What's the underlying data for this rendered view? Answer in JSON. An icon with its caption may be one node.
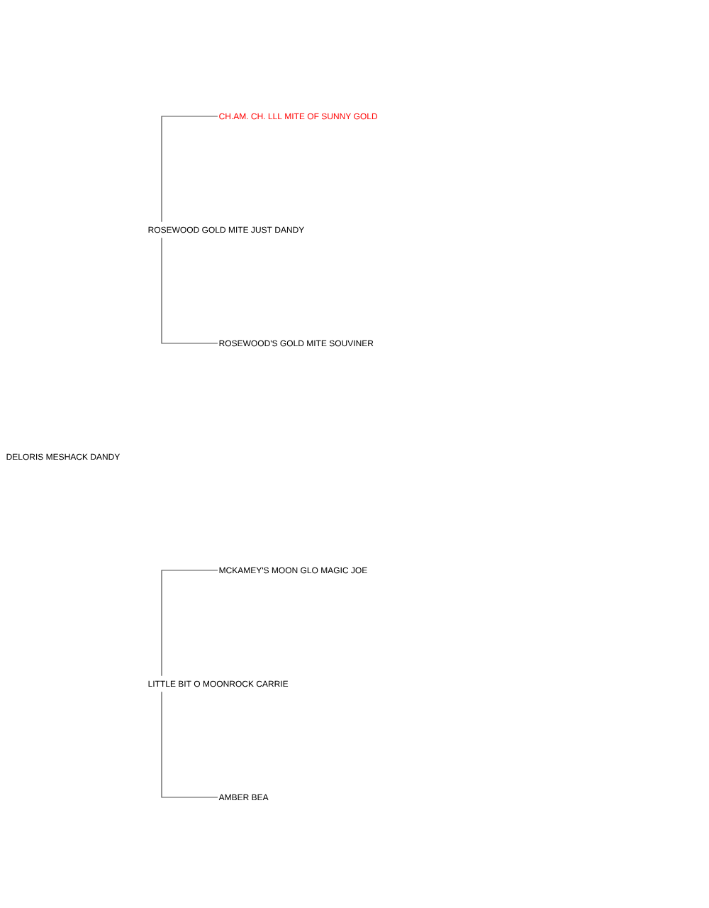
{
  "diagram": {
    "nodes": [
      {
        "text": [
          "DELORIS MESHACK DANDY"
        ]
      },
      {
        "text": [
          "ROSEWOOD GOLD MITE JUST DANDY"
        ]
      },
      {
        "text": [
          "CH.AM. CH. LLL MITE OF SUNNY GOLD"
        ]
      },
      {
        "text": [
          "ROSEWOOD'S GOLD MITE SOUVINER"
        ]
      },
      {
        "text": [
          "LITTLE BIT O MOONROCK CARRIE"
        ]
      },
      {
        "text": [
          "MCKAMEY'S MOON GLO MAGIC JOE"
        ]
      },
      {
        "text": [
          "AMBER BEA"
        ]
      }
    ],
    "edges": [
      {
        "from": 1,
        "to": 2,
        "arrow": "none"
      },
      {
        "from": 1,
        "to": 3,
        "arrow": "none"
      },
      {
        "from": 4,
        "to": 5,
        "arrow": "none"
      },
      {
        "from": 4,
        "to": 6,
        "arrow": "none"
      }
    ]
  }
}
